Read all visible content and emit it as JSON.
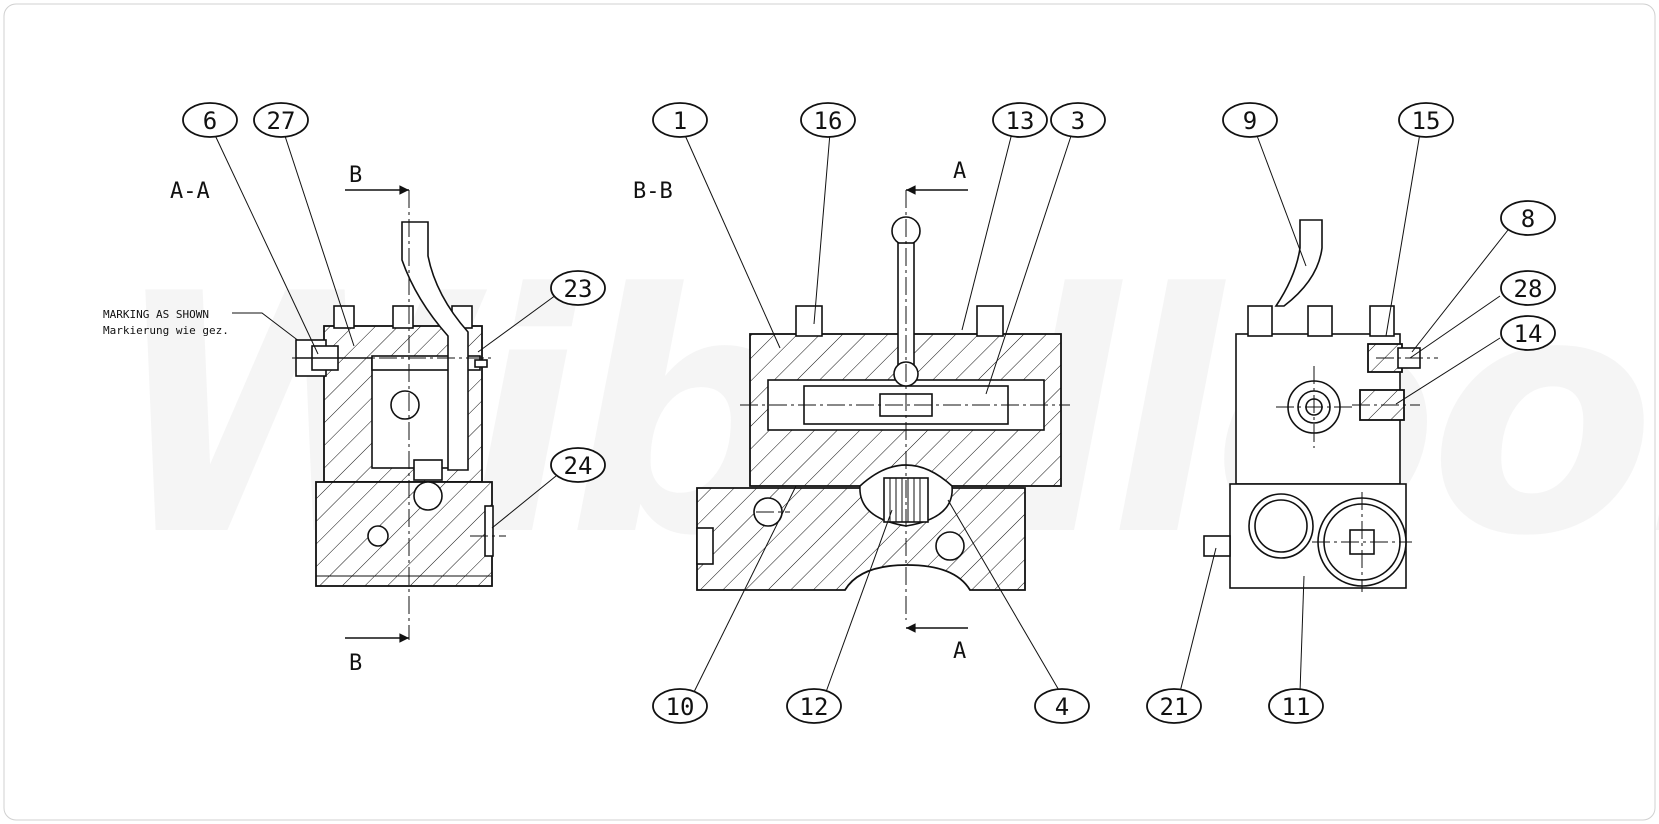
{
  "watermark": "Wiballoons",
  "views": {
    "left": {
      "label": "A-A"
    },
    "middle": {
      "label": "B-B"
    }
  },
  "note": {
    "line1": "MARKING AS SHOWN",
    "line2": "Markierung wie gez."
  },
  "section_markers": {
    "b_top": "B",
    "b_bottom": "B",
    "a_top": "A",
    "a_bottom": "A"
  },
  "balloons": [
    {
      "id": "6"
    },
    {
      "id": "27"
    },
    {
      "id": "23"
    },
    {
      "id": "24"
    },
    {
      "id": "1"
    },
    {
      "id": "16"
    },
    {
      "id": "13"
    },
    {
      "id": "3"
    },
    {
      "id": "10"
    },
    {
      "id": "12"
    },
    {
      "id": "4"
    },
    {
      "id": "9"
    },
    {
      "id": "15"
    },
    {
      "id": "8"
    },
    {
      "id": "28"
    },
    {
      "id": "14"
    },
    {
      "id": "21"
    },
    {
      "id": "11"
    }
  ]
}
